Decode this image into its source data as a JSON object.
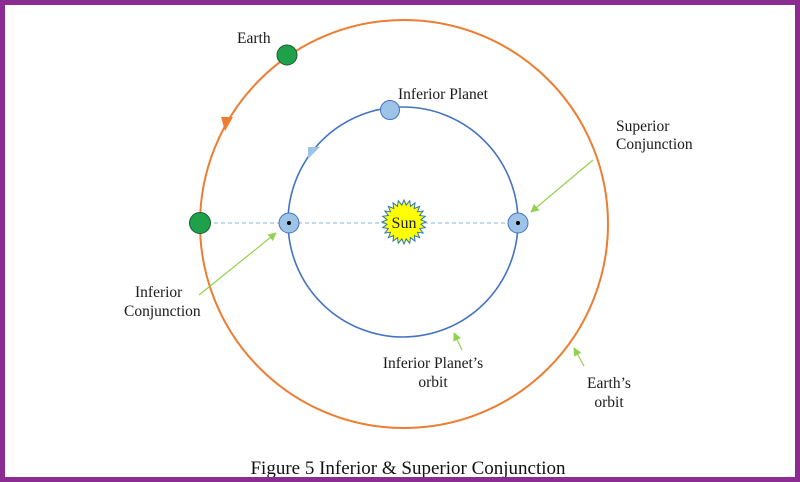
{
  "diagram": {
    "labels": {
      "earth": "Earth",
      "inferior_planet": "Inferior Planet",
      "superior_line1": "Superior",
      "superior_line2": "Conjunction",
      "inferior_line1": "Inferior",
      "inferior_line2": "Conjunction",
      "inner_orbit_line1": "Inferior Planet’s",
      "inner_orbit_line2": "orbit",
      "earth_orbit_line1": "Earth’s",
      "earth_orbit_line2": "orbit",
      "sun": "Sun"
    },
    "caption": "Figure 5 Inferior & Superior Conjunction",
    "colors": {
      "border": "#8b2c93",
      "earth_orbit": "#ed7d31",
      "inner_orbit": "#4472c4",
      "earth_fill": "#1fa04a",
      "planet_fill": "#9dc3e6",
      "sun_fill": "#ffff00",
      "pointer": "#92d050",
      "line_of_sight": "#9dc3e6"
    }
  }
}
